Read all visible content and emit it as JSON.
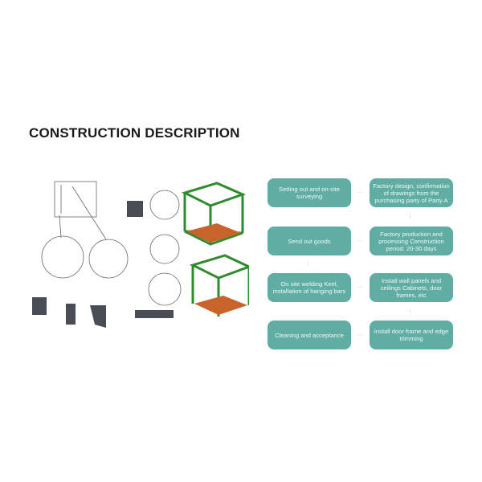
{
  "title": "CONSTRUCTION DESCRIPTION",
  "flow": {
    "accent_color": "#5fada3",
    "steps": [
      "Setting out and on-site surveying",
      "Factory design, confirmation of drawings from the purchasing party of Party A",
      "Factory production and processing Construction period: 20-30 days",
      "Send out goods",
      "On site welding Keel, installation of hanging bars",
      "Install wall panels and ceilings Cabinets, door frames, etc",
      "Install door frame and edge trimming",
      "Cleaning and acceptance"
    ],
    "arrows": [
      "arrow-right",
      "arrow-down",
      "arrow-left",
      "arrow-down",
      "arrow-right",
      "arrow-down",
      "arrow-left"
    ]
  }
}
